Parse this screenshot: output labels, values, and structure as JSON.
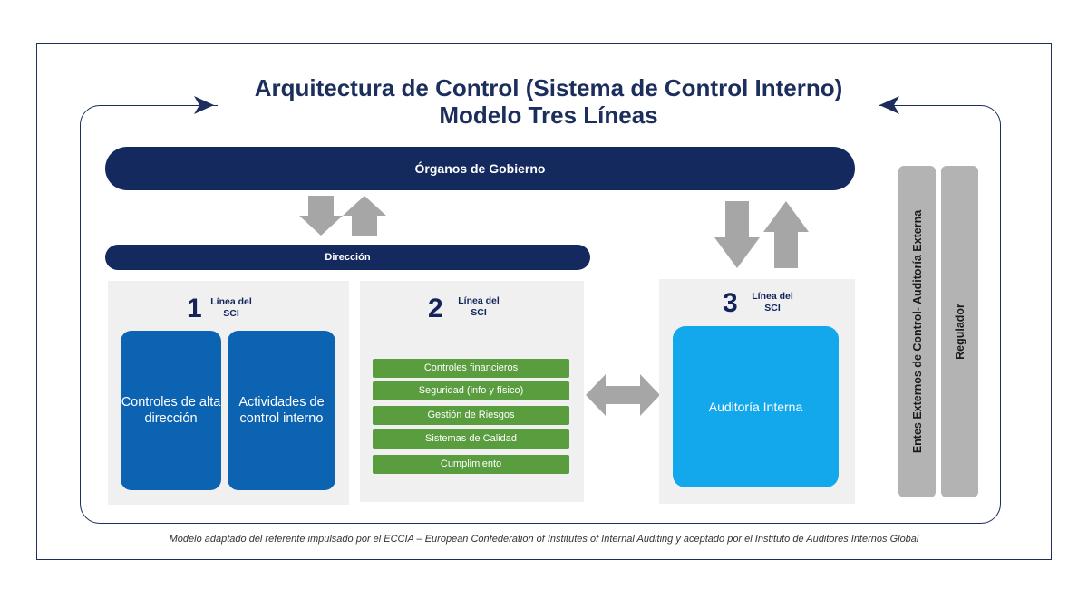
{
  "title_line1": "Arquitectura de Control (Sistema de Control Interno)",
  "title_line2": "Modelo Tres Líneas",
  "organos": "Órganos de Gobierno",
  "direccion": "Dirección",
  "line1": {
    "number": "1",
    "label_a": "Línea del",
    "label_b": "SCI",
    "box1": "Controles de alta dirección",
    "box2": "Actividades de control interno"
  },
  "line2": {
    "number": "2",
    "label_a": "Línea del",
    "label_b": "SCI",
    "items": [
      "Controles financieros",
      "Seguridad (info y físico)",
      "Gestión de Riesgos",
      "Sistemas de Calidad",
      "Cumplimiento"
    ]
  },
  "line3": {
    "number": "3",
    "label_a": "Línea del",
    "label_b": "SCI",
    "box": "Auditoría Interna"
  },
  "side1": "Entes Externos de Control- Auditoría Externa",
  "side2": "Regulador",
  "footnote": "Modelo  adaptado  del referente impulsado por el ECCIA – European Confederation of Institutes of Internal Auditing y aceptado por el Instituto de Auditores Internos Global",
  "colors": {
    "navy": "#142a5e",
    "blue": "#0b63b2",
    "cyan": "#12a8eb",
    "green": "#5a9d3e",
    "gray_arrow": "#a6a6a6"
  }
}
